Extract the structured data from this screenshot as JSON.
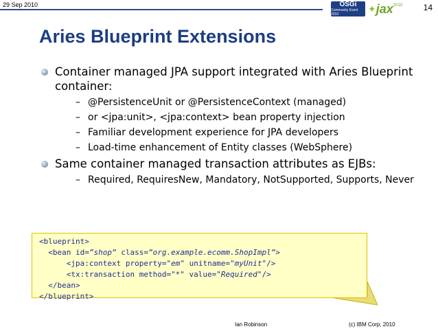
{
  "header": {
    "date": "29 Sep 2010",
    "page_number": "14",
    "osgi_logo_text": "OSGi",
    "osgi_logo_subtext": "Community Event 2010",
    "jax_logo_text": "jax",
    "jax_logo_year": "2010"
  },
  "slide": {
    "title": "Aries Blueprint Extensions",
    "bullets": [
      {
        "text": "Container managed JPA support integrated with Aries Blueprint container:",
        "subs": [
          "@PersistenceUnit or @PersistenceContext (managed)",
          "or <jpa:unit>, <jpa:context> bean property injection",
          "Familiar development experience for JPA developers",
          "Load-time enhancement of Entity classes (WebSphere)"
        ]
      },
      {
        "text": "Same container managed transaction attributes as EJBs:",
        "subs": [
          "Required, RequiresNew, Mandatory, NotSupported, Supports, Never"
        ]
      }
    ]
  },
  "code": {
    "line1": "<blueprint>",
    "line2_open": "  <bean ",
    "line2_attr1": "id=",
    "line2_val1": "”shop”",
    "line2_attr2": " class=",
    "line2_val2": "”org.example.ecomm.ShopImpl”",
    "line2_close": ">",
    "line3_open": "      <jpa:context ",
    "line3_attr1": "property=",
    "line3_val1": "\"em\"",
    "line3_attr2": " unitname=",
    "line3_val2": "\"myUnit\"",
    "line3_close": "/>",
    "line4_open": "      <tx:transaction ",
    "line4_attr1": "method=",
    "line4_val1": "\"*\"",
    "line4_attr2": " value=",
    "line4_val2": "\"Required\"",
    "line4_close": "/>",
    "line5": "  </bean>",
    "line6": "</blueprint>"
  },
  "footer": {
    "author": "Ian Robinson",
    "copyright": "(c) IBM Corp, 2010"
  },
  "colors": {
    "title": "#1b3d82",
    "header_rule": "#2b4c8c",
    "code_bg": "#ffffc6",
    "code_border": "#e1c100",
    "code_text": "#1f2f8f"
  }
}
